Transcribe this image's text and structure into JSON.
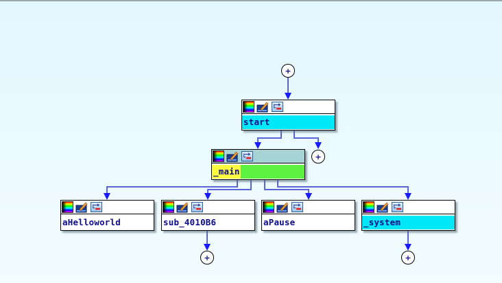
{
  "view": "proximity-graph",
  "colors": {
    "background": "#e2f7ff",
    "edge": "#1a1aff",
    "label_text": "#0b0b8c",
    "highlight_cyan": "#00e8f8",
    "highlight_green": "#5cf040",
    "highlight_yellow": "#ffff40",
    "header_selected": "#a7d3d4"
  },
  "nodes": {
    "start": {
      "label": "start",
      "icons": [
        "palette-icon",
        "rename-icon",
        "xrefs-icon"
      ]
    },
    "main": {
      "label": "_main",
      "icons": [
        "palette-icon",
        "rename-icon",
        "xrefs-icon"
      ]
    },
    "hello": {
      "label": "aHelloworld",
      "icons": [
        "palette-icon",
        "rename-icon",
        "xrefs-icon"
      ]
    },
    "sub": {
      "label": "sub_4010B6",
      "icons": [
        "palette-icon",
        "rename-icon",
        "xrefs-icon"
      ]
    },
    "pause": {
      "label": "aPause",
      "icons": [
        "palette-icon",
        "rename-icon",
        "xrefs-icon"
      ]
    },
    "system": {
      "label": "_system",
      "icons": [
        "palette-icon",
        "rename-icon",
        "xrefs-icon"
      ]
    }
  },
  "expand_nodes": {
    "symbol": "+",
    "items": [
      "above-start",
      "right-of-main",
      "below-sub",
      "below-system"
    ]
  }
}
